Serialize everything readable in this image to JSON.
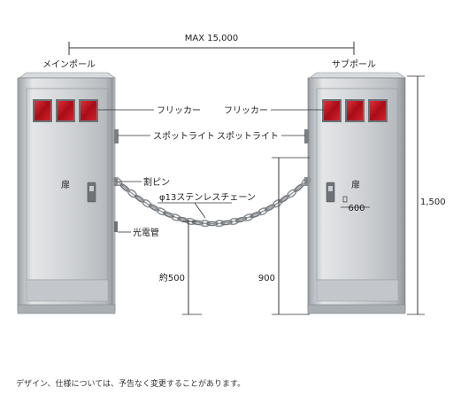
{
  "dimension_max": "MAX 15,000",
  "main_pole": "メインポール",
  "sub_pole": "サブポール",
  "flicker": "フリッカー",
  "spotlight": "スポットライト",
  "split_pin": "割ピン",
  "door": "扉",
  "chain": "φ13ステンレスチェーン",
  "photoelectric_tube": "光電管",
  "height_chain_min": "約500",
  "height_chain_max": "900",
  "pole_width": "600",
  "pole_height": "1,500",
  "note": "デザイン、仕様については、予告なく変更することがあります。",
  "colors": {
    "lamp_red": "#c0141e",
    "steel": "#c8ccd0",
    "chain": "#9a9ea4"
  }
}
